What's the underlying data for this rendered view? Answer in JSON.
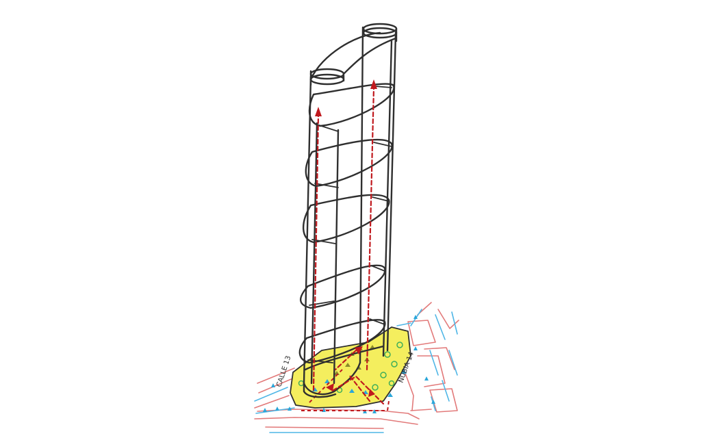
{
  "diagram": {
    "streets": [
      {
        "id": "street-west",
        "label": "CALLE 13"
      },
      {
        "id": "street-east",
        "label": "NUBIA 14"
      }
    ],
    "colors": {
      "outline": "#2f2f2f",
      "circulation_arrow": "#c0191e",
      "plaza_fill": "#f4ee5e",
      "street_red": "#e27a7a",
      "street_blue": "#4fb6e6",
      "plaza_dots_blue": "#2aa6d9",
      "plaza_dots_green": "#3fae5a",
      "plaza_dots_olive": "#8a8a2a"
    },
    "icons": {
      "arrow": "dashed-arrow-up",
      "tree": "tree-symbol"
    }
  }
}
